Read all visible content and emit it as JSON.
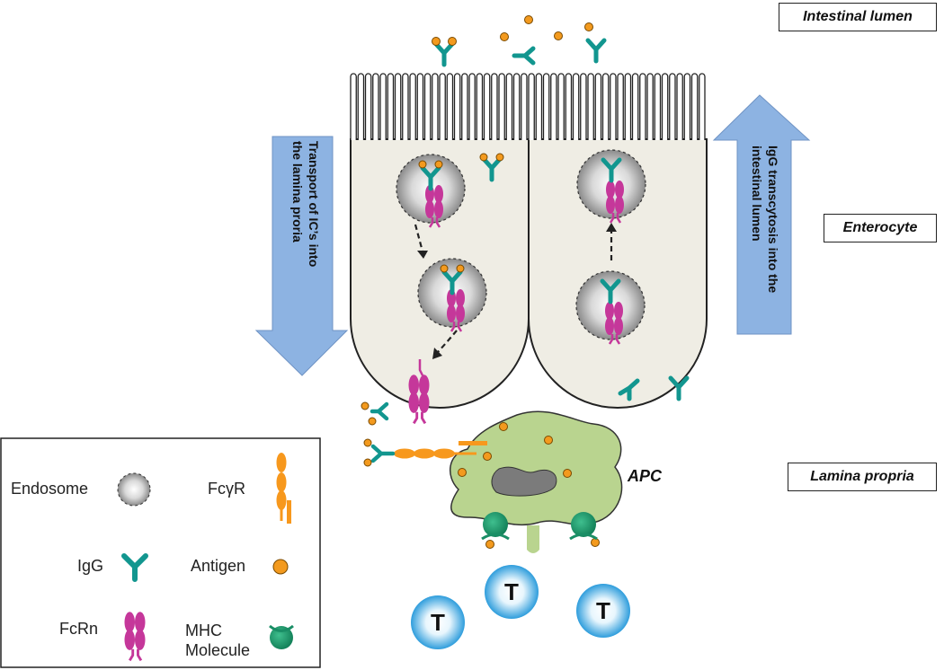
{
  "regions": {
    "lumen": "Intestinal lumen",
    "enterocyte": "Enterocyte",
    "lamina": "Lamina propria"
  },
  "arrows": {
    "down_line1": "Transport of IC’s into",
    "down_line2": "the lamina proria",
    "up_line1": "IgG transcytosis into the",
    "up_line2": "intestinal lumen"
  },
  "apc_label": "APC",
  "t_cell_label": "T",
  "legend": {
    "endosome": "Endosome",
    "fcgr": "FcγR",
    "igg": "IgG",
    "antigen": "Antigen",
    "fcrn": "FcRn",
    "mhc_line1": "MHC",
    "mhc_line2": "Molecule"
  },
  "colors": {
    "igg": "#12968f",
    "antigen": "#f39a1e",
    "fcrn": "#c5379a",
    "fcgr": "#f7981d",
    "apc": "#b9d48f",
    "mhc": "#1a8e66",
    "arrow": "#8db3e2",
    "cell": "#efede4",
    "tcell": "#38a6e0"
  }
}
